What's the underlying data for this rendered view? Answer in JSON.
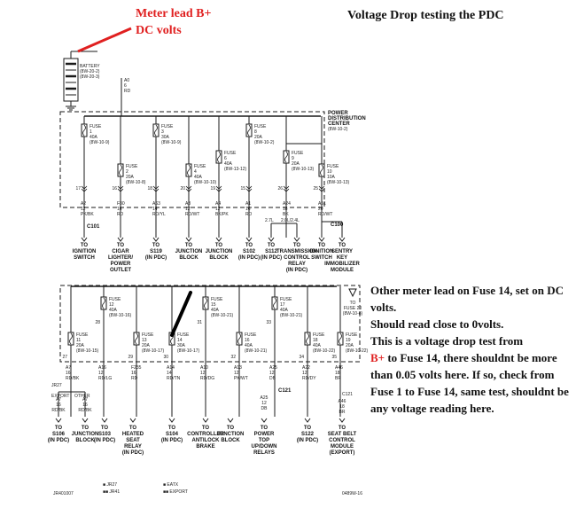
{
  "title": "Voltage Drop testing the PDC",
  "meter_lead_top": [
    "Meter lead B+",
    "DC volts"
  ],
  "meter_lead_bottom": {
    "l1": "Other meter lead on Fuse 14, set on DC volts.",
    "l2": "Should read close to 0volts.",
    "l3": "This is a voltage drop test from",
    "l4a": "B+",
    "l4b": " to Fuse 14, there shouldnt be more than 0.05 volts here. If so, check from Fuse 1 to Fuse 14, same test, shouldnt be any voltage reading here."
  },
  "colors": {
    "annotation_red": "#e02020",
    "line": "#1a1a1a"
  },
  "diagram": {
    "battery": {
      "label": "BATTERY",
      "ref1": "(8W-20-2)",
      "ref2": "(8W-20-3)",
      "wire": [
        "A0",
        "6",
        "RD"
      ]
    },
    "pdc": {
      "label": [
        "POWER",
        "DISTRIBUTION",
        "CENTER"
      ],
      "ref": "(8W-10-2)"
    },
    "top_fuses": [
      {
        "name": "FUSE",
        "num": "1",
        "amp": "40A",
        "ref": "(8W-10-9)",
        "pin": "17"
      },
      {
        "name": "FUSE",
        "num": "2",
        "amp": "20A",
        "ref": "(8W-10-8)",
        "pin": "16"
      },
      {
        "name": "FUSE",
        "num": "3",
        "amp": "30A",
        "ref": "(8W-10-9)",
        "pin": "18"
      },
      {
        "name": "FUSE",
        "num": "4",
        "amp": "40A",
        "ref": "(8W-10-10)",
        "pin": "20"
      },
      {
        "name": "FUSE",
        "num": "6",
        "amp": "40A",
        "ref": "(8W-13-12)",
        "pin": "19"
      },
      {
        "name": "FUSE",
        "num": "8",
        "amp": "20A",
        "ref": "(8W-10-2)",
        "pin": "15"
      },
      {
        "name": "FUSE",
        "num": "9",
        "amp": "20A",
        "ref": "(8W-10-13)",
        "pin": "26"
      },
      {
        "name": "FUSE",
        "num": "10",
        "amp": "10A",
        "ref": "(8W-10-13)",
        "pin": "25"
      }
    ],
    "top_wires": [
      [
        "A2",
        "12",
        "PK/BK"
      ],
      [
        "F30",
        "16",
        "RD"
      ],
      [
        "A63",
        "14",
        "RD/YL"
      ],
      [
        "A3",
        "12",
        "RD/WT"
      ],
      [
        "A4",
        "12",
        "BK/PK"
      ],
      [
        "A1",
        "16",
        "RD"
      ],
      [
        "A24",
        "18",
        "BK"
      ],
      [
        "A51",
        "20",
        "RD/WT"
      ]
    ],
    "connectors": {
      "c101": "C101",
      "c100": "C100",
      "c121": "C121",
      "c121b": "C121"
    },
    "split_labels": [
      "2.7L",
      "2.0L/2.4L"
    ],
    "top_dest": [
      [
        "TO",
        "IGNITION",
        "SWITCH"
      ],
      [
        "TO",
        "CIGAR",
        "LIGHTER/",
        "POWER",
        "OUTLET"
      ],
      [
        "TO",
        "S119",
        "(IN PDC)"
      ],
      [
        "TO",
        "JUNCTION",
        "BLOCK"
      ],
      [
        "TO",
        "JUNCTION",
        "BLOCK"
      ],
      [
        "TO",
        "S102",
        "(IN PDC)"
      ],
      [
        "TO",
        "S112",
        "(IN PDC)"
      ],
      [
        "TO",
        "TRANSMISSION",
        "CONTROL",
        "RELAY",
        "(IN PDC)"
      ],
      [
        "TO",
        "IGNITION",
        "SWITCH"
      ],
      [
        "TO",
        "SENTRY",
        "KEY",
        "IMMOBILIZER",
        "MODULE"
      ]
    ],
    "bottom_fuses": [
      {
        "name": "FUSE",
        "num": "11",
        "amp": "20A",
        "ref": "(8W-10-15)",
        "pin": "27"
      },
      {
        "name": "FUSE",
        "num": "12",
        "amp": "40A",
        "ref": "(8W-10-16)",
        "pin": "28"
      },
      {
        "name": "FUSE",
        "num": "13",
        "amp": "20A",
        "ref": "(8W-10-17)",
        "pin": "29"
      },
      {
        "name": "FUSE",
        "num": "14",
        "amp": "30A",
        "ref": "(8W-10-17)",
        "pin": "30"
      },
      {
        "name": "FUSE",
        "num": "15",
        "amp": "40A",
        "ref": "(8W-10-21)",
        "pin": "31"
      },
      {
        "name": "FUSE",
        "num": "16",
        "amp": "40A",
        "ref": "(8W-10-21)",
        "pin": "32"
      },
      {
        "name": "FUSE",
        "num": "17",
        "amp": "40A",
        "ref": "(8W-10-21)",
        "pin": "33"
      },
      {
        "name": "FUSE",
        "num": "18",
        "amp": "40A",
        "ref": "(8W-10-22)",
        "pin": "34"
      },
      {
        "name": "FUSE",
        "num": "19",
        "amp": "20A",
        "ref": "(8W-10-22)",
        "pin": "35"
      }
    ],
    "fuse20": [
      "TO",
      "FUSE 20",
      "(8W-10-8)"
    ],
    "bottom_wires": [
      [
        "A7",
        "16",
        "RD/BK"
      ],
      [
        "A16",
        "12",
        "RD/LG"
      ],
      [
        "F235",
        "16",
        "RD"
      ],
      [
        "A14",
        "14",
        "RD/TN"
      ],
      [
        "A10",
        "12",
        "RD/DG"
      ],
      [
        "A13",
        "12",
        "PK/WT"
      ],
      [
        "A25",
        "12",
        "DB"
      ],
      [
        "A22",
        "12",
        "RD/DY"
      ],
      [
        "A46",
        "18",
        "BR"
      ]
    ],
    "jr27": [
      "JR27",
      "EXPORT",
      "OTHER"
    ],
    "a7_branch": [
      [
        "A7",
        "16",
        "RD/BK"
      ],
      [
        "A7",
        "16",
        "RD/BK"
      ]
    ],
    "bottom_dest": [
      [
        "TO",
        "S106",
        "(IN PDC)"
      ],
      [
        "TO",
        "JUNCTION",
        "BLOCK"
      ],
      [
        "TO",
        "S103",
        "(IN PDC)"
      ],
      [
        "TO",
        "HEATED",
        "SEAT",
        "RELAY",
        "(IN PDC)"
      ],
      [
        "TO",
        "S104",
        "(IN PDC)"
      ],
      [
        "TO",
        "CONTROLLER",
        "ANTILOCK",
        "BRAKE"
      ],
      [
        "TO",
        "JUNCTION",
        "BLOCK"
      ],
      [
        "TO",
        "POWER",
        "TOP",
        "UP/DOWN",
        "RELAYS"
      ],
      [
        "TO",
        "S122",
        "(IN PDC)"
      ],
      [
        "TO",
        "SEAT BELT",
        "CONTROL",
        "MODULE",
        "(EXPORT)"
      ]
    ],
    "a25_lower": [
      "A25",
      "12",
      "DB"
    ],
    "a46_lower": [
      "A46",
      "18",
      "BR"
    ],
    "legend": [
      "JR27",
      "JR41",
      "EATX",
      "EXPORT"
    ],
    "footer_left": "JR401007",
    "footer_right": "0489W-16"
  }
}
